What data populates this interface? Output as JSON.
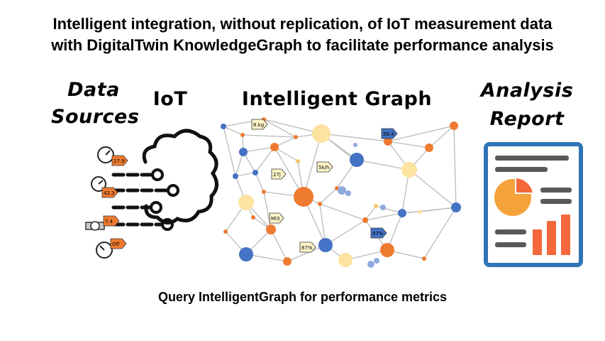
{
  "title": {
    "line1": "Intelligent integration, without replication, of IoT measurement data",
    "line2": "with DigitalTwin KnowledgeGraph to facilitate performance analysis"
  },
  "headers": {
    "data_sources_line1": "Data",
    "data_sources_line2": "Sources",
    "iot": "IoT",
    "intelligent_graph": "Intelligent Graph",
    "analysis_line1": "Analysis",
    "analysis_line2": "Report"
  },
  "sensor_tags": [
    "27.9",
    "42.3",
    "7.4",
    "Off"
  ],
  "graph_tags": [
    "8.kg",
    "27j",
    "Ml3",
    "87%",
    "5k/h",
    "58.4",
    "97%"
  ],
  "footer": "Query IntelligentGraph for performance metrics",
  "colors": {
    "orange": "#ee7b30",
    "blue": "#4472c4",
    "yellow": "#fde3a0",
    "report_border": "#2e75b6",
    "bar": "#f4683c"
  }
}
